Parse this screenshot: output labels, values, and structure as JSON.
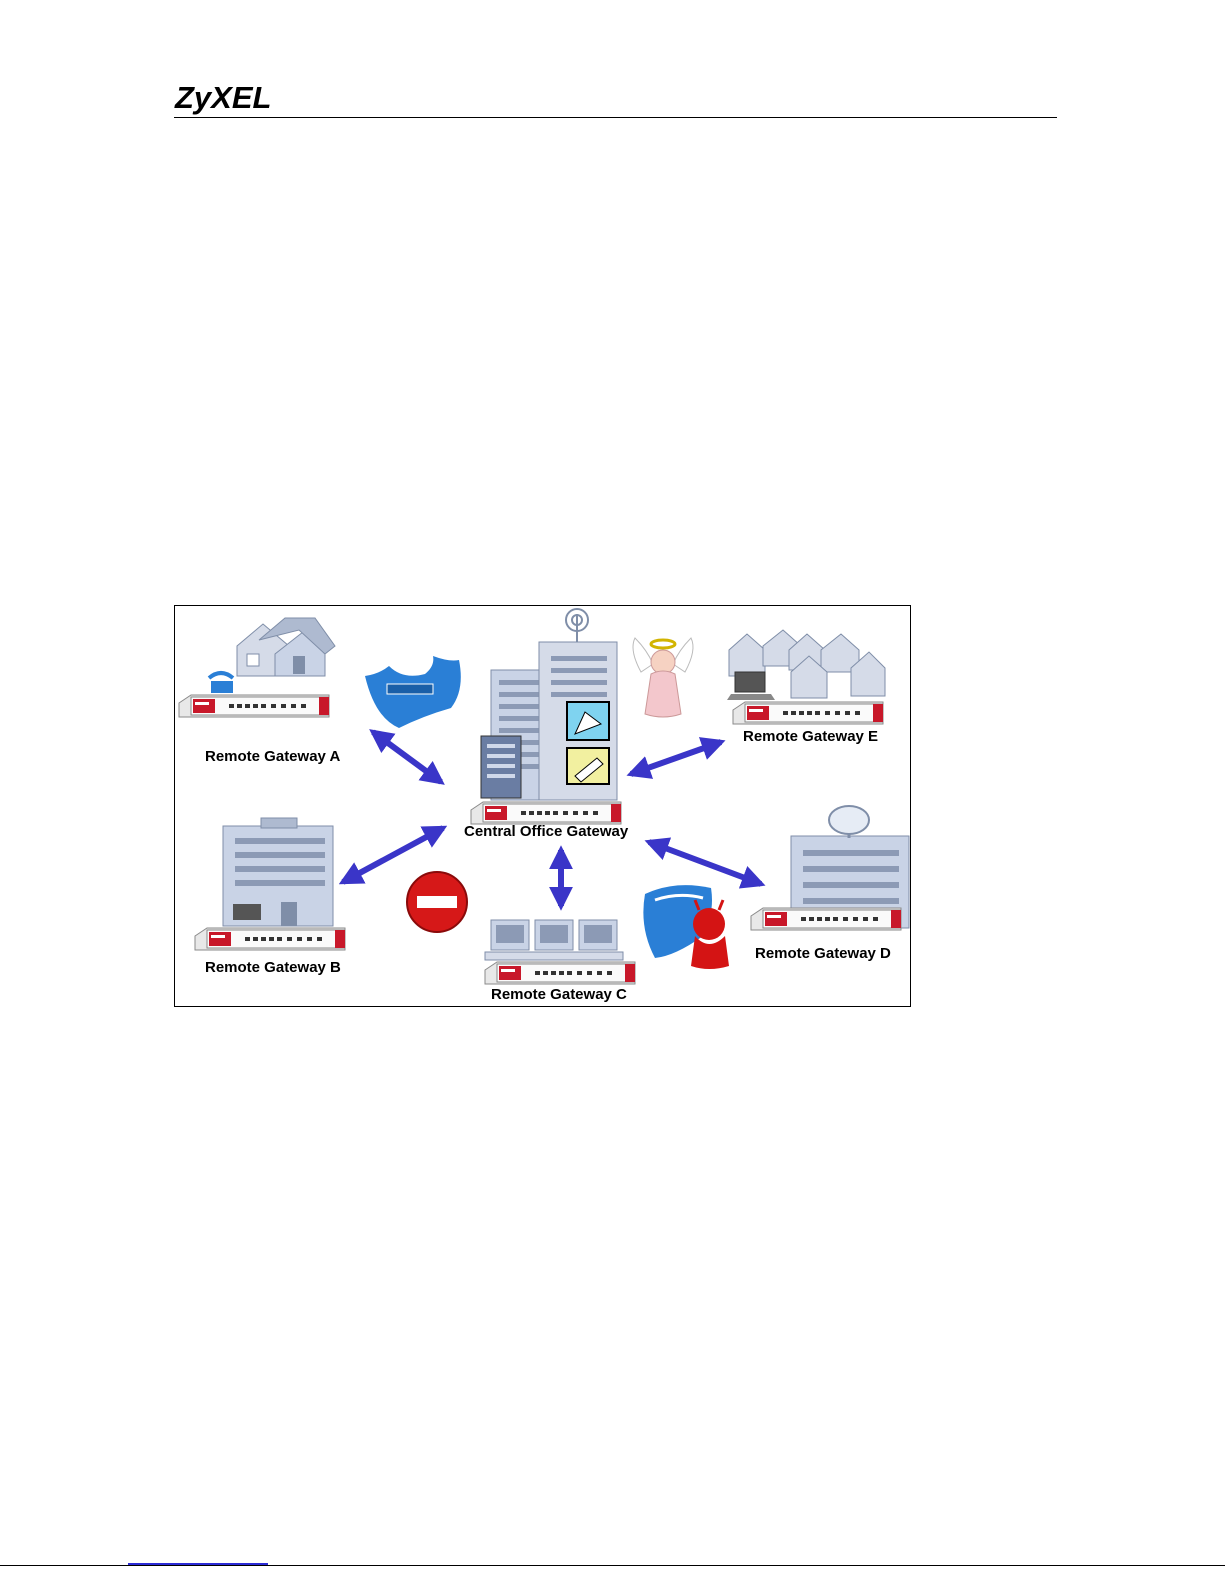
{
  "header": {
    "logo_text": "ZyXEL"
  },
  "diagram": {
    "nodes": [
      {
        "id": "central",
        "label": "Central Office Gateway"
      },
      {
        "id": "a",
        "label": "Remote Gateway A"
      },
      {
        "id": "b",
        "label": "Remote Gateway B"
      },
      {
        "id": "c",
        "label": "Remote Gateway C"
      },
      {
        "id": "d",
        "label": "Remote Gateway D"
      },
      {
        "id": "e",
        "label": "Remote Gateway E"
      }
    ],
    "icons": [
      "police-badge-icon",
      "no-entry-icon",
      "angel-icon",
      "devil-icon",
      "satellite-dish-icon",
      "antenna-icon"
    ],
    "colors": {
      "arrow": "#3a35c8",
      "building": "#c9d3e6",
      "building_dark": "#7f8ea8",
      "appliance_red": "#c8182a",
      "no_entry_red": "#d61818",
      "badge_blue": "#2a7fd6"
    }
  }
}
